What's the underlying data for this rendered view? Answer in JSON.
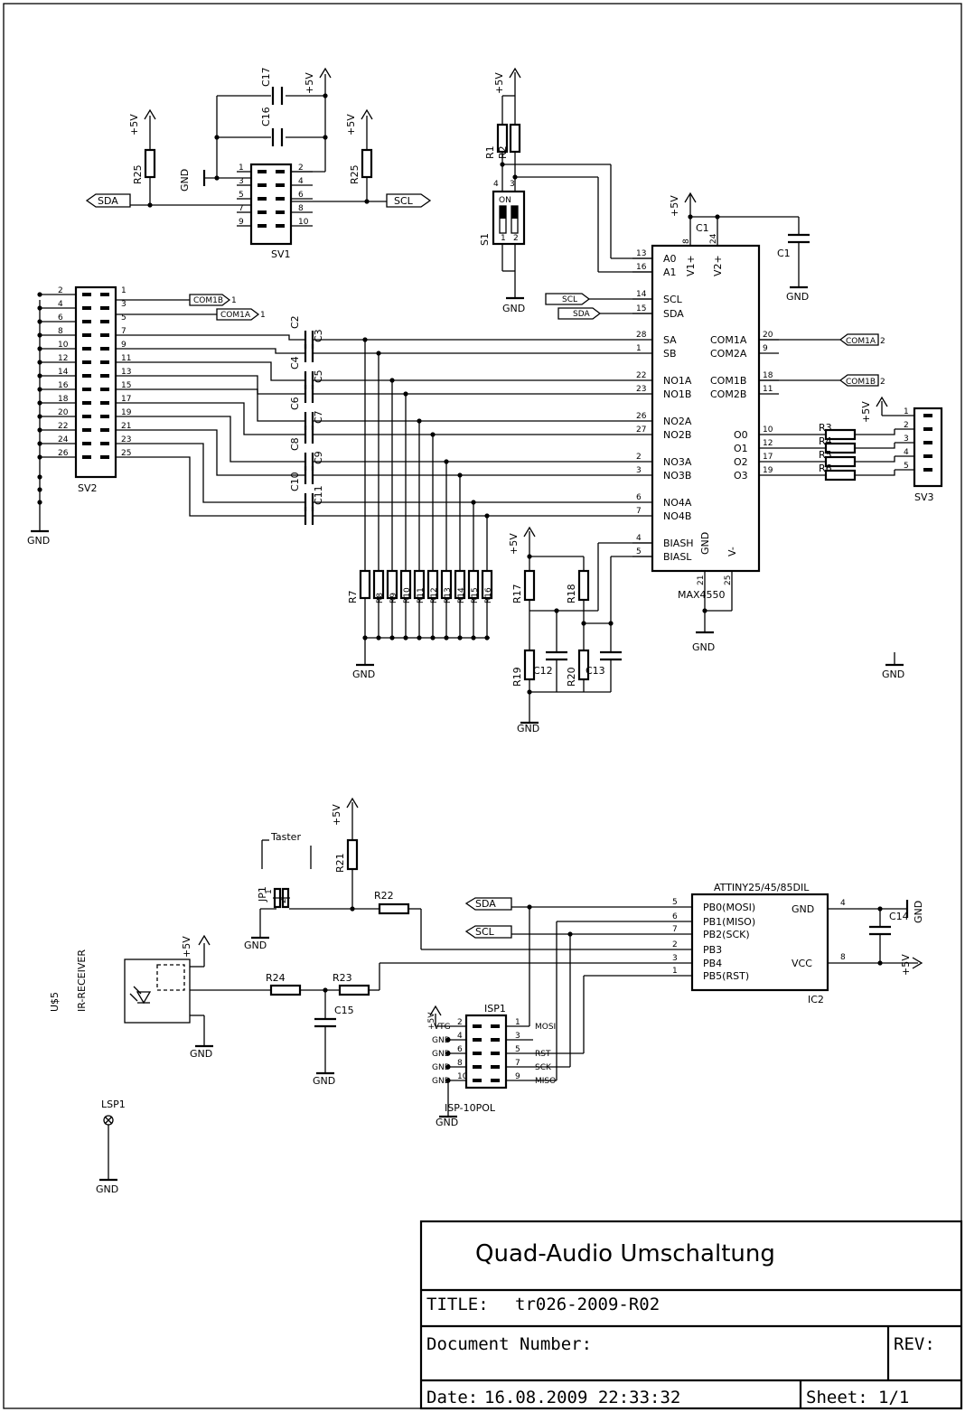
{
  "title_block": {
    "heading": "Quad-Audio Umschaltung",
    "title_label": "TITLE:",
    "title_value": "tr026-2009-R02",
    "docnum_label": "Document Number:",
    "rev_label": "REV:",
    "date_label": "Date:",
    "date_value": "16.08.2009 22:33:32",
    "sheet_label": "Sheet:",
    "sheet_value": "1/1"
  },
  "power": {
    "vcc": "+5V",
    "gnd": "GND"
  },
  "sv1": {
    "name": "SV1",
    "left_pins": [
      "1",
      "3",
      "5",
      "7",
      "9"
    ],
    "right_pins": [
      "2",
      "4",
      "6",
      "8",
      "10"
    ],
    "c_top": "C17",
    "c_mid": "C16",
    "r_left": "R25",
    "r_right": "R25",
    "sda": "SDA",
    "scl": "SCL"
  },
  "s1": {
    "name": "S1",
    "r1": "R1",
    "r2": "R2",
    "on": "ON",
    "p1": "1",
    "p2": "2",
    "p3": "3",
    "p4": "4"
  },
  "c1": {
    "name": "C1",
    "name2": "C1"
  },
  "max": {
    "name": "MAX4550",
    "left_pins": [
      {
        "num": "13",
        "label": "A0"
      },
      {
        "num": "16",
        "label": "A1"
      },
      {
        "num": "14",
        "label": "SCL"
      },
      {
        "num": "15",
        "label": "SDA"
      },
      {
        "num": "28",
        "label": "SA"
      },
      {
        "num": "1",
        "label": "SB"
      },
      {
        "num": "22",
        "label": "NO1A"
      },
      {
        "num": "23",
        "label": "NO1B"
      },
      {
        "num": "26",
        "label": "NO2A"
      },
      {
        "num": "27",
        "label": "NO2B"
      },
      {
        "num": "2",
        "label": "NO3A"
      },
      {
        "num": "3",
        "label": "NO3B"
      },
      {
        "num": "6",
        "label": "NO4A"
      },
      {
        "num": "7",
        "label": "NO4B"
      },
      {
        "num": "4",
        "label": "BIASH"
      },
      {
        "num": "5",
        "label": "BIASL"
      }
    ],
    "right_pins": [
      {
        "num": "20",
        "label": "COM1A"
      },
      {
        "num": "9",
        "label": "COM2A"
      },
      {
        "num": "18",
        "label": "COM1B"
      },
      {
        "num": "11",
        "label": "COM2B"
      },
      {
        "num": "10",
        "label": "O0"
      },
      {
        "num": "12",
        "label": "O1"
      },
      {
        "num": "17",
        "label": "O2"
      },
      {
        "num": "19",
        "label": "O3"
      }
    ],
    "top_pins": [
      {
        "num": "8",
        "label": "V1+"
      },
      {
        "num": "24",
        "label": "V2+"
      }
    ],
    "bottom_pins": [
      {
        "num": "21",
        "label": "GND"
      },
      {
        "num": "25",
        "label": "V-"
      }
    ],
    "scl_in": "SCL",
    "sda_in": "SDA",
    "com1a_out": "COM1A",
    "com1a_idx": "2",
    "com1b_out": "COM1B",
    "com1b_idx": "2"
  },
  "sv2": {
    "name": "SV2",
    "left_pins": [
      "2",
      "4",
      "6",
      "8",
      "10",
      "12",
      "14",
      "16",
      "18",
      "20",
      "22",
      "24",
      "26"
    ],
    "right_pins": [
      "1",
      "3",
      "5",
      "7",
      "9",
      "11",
      "13",
      "15",
      "17",
      "19",
      "21",
      "23",
      "25"
    ],
    "com1b": "COM1B",
    "com1b_idx": "1",
    "com1a": "COM1A",
    "com1a_idx": "1"
  },
  "caps_audio": [
    "C2",
    "C3",
    "C4",
    "C5",
    "C6",
    "C7",
    "C8",
    "C9",
    "C10",
    "C11"
  ],
  "res_bank": {
    "label": "R7",
    "values": [
      "R8",
      "R9",
      "R10",
      "R11",
      "R12",
      "R13",
      "R14",
      "R15",
      "R16"
    ]
  },
  "bias": {
    "r17": "R17",
    "r18": "R18",
    "r19": "R19",
    "r20": "R20",
    "c12": "C12",
    "c13": "C13"
  },
  "sv3": {
    "name": "SV3",
    "pins": [
      "1",
      "2",
      "3",
      "4",
      "5"
    ],
    "resistors": [
      "R3",
      "R4",
      "R5",
      "R6"
    ]
  },
  "ir": {
    "jp1": "JP1",
    "jp_pin1": "1",
    "jp_pin2": "2",
    "taster": "Taster",
    "r21": "R21",
    "r22": "R22",
    "r23": "R23",
    "r24": "R24",
    "c15": "C15",
    "receiver": "IR-RECEIVER",
    "us": "U$5",
    "lsp": "LSP1"
  },
  "attiny": {
    "name": "ATTINY25/45/85DIL",
    "ref": "IC2",
    "left_pins": [
      {
        "num": "5",
        "label": "PB0(MOSI)"
      },
      {
        "num": "6",
        "label": "PB1(MISO)"
      },
      {
        "num": "7",
        "label": "PB2(SCK)"
      },
      {
        "num": "2",
        "label": "PB3"
      },
      {
        "num": "3",
        "label": "PB4"
      },
      {
        "num": "1",
        "label": "PB5(RST)"
      }
    ],
    "right_pins": [
      {
        "num": "4",
        "label": "GND"
      },
      {
        "num": "8",
        "label": "VCC"
      }
    ],
    "cap": "C14",
    "sda": "SDA",
    "scl": "SCL"
  },
  "isp": {
    "name": "ISP1",
    "type": "ISP-10POL",
    "left_pins": [
      "2",
      "4",
      "6",
      "8",
      "10"
    ],
    "right_pins": [
      "1",
      "3",
      "5",
      "7",
      "9"
    ],
    "left_labels": [
      "VTG",
      "GND",
      "GND",
      "GND",
      "GND"
    ],
    "right_labels": [
      "MOSI",
      "",
      "RST",
      "SCK",
      "MISO"
    ]
  }
}
